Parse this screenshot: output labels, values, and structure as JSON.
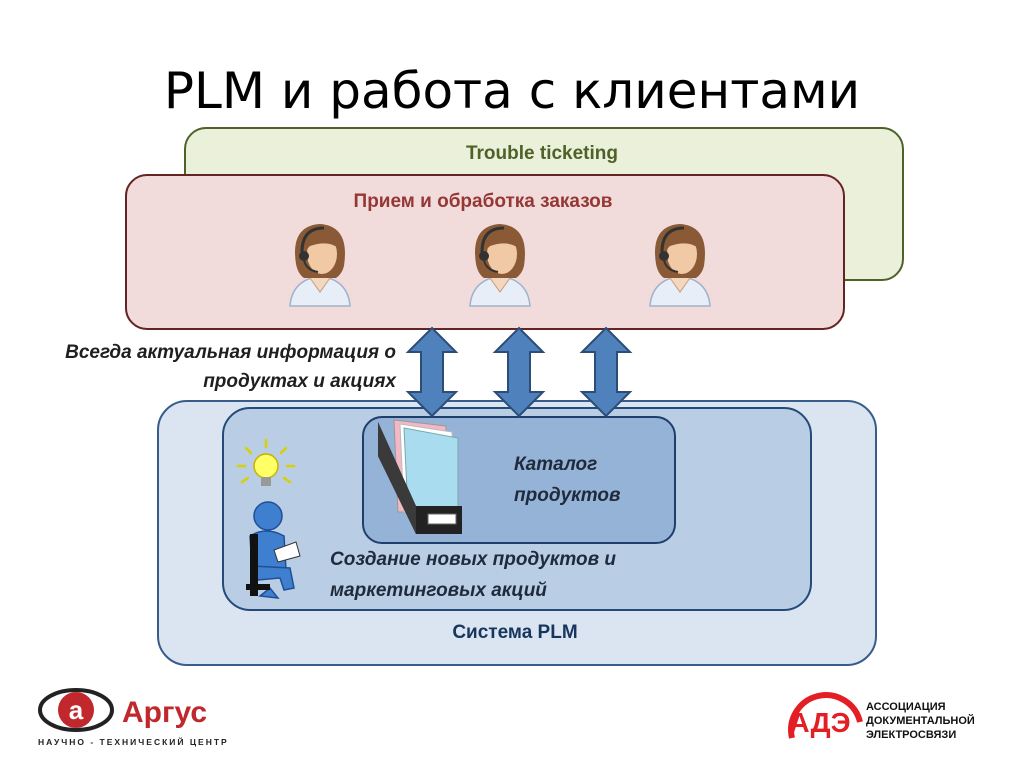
{
  "slide": {
    "title": "PLM и работа с клиентами"
  },
  "trouble_box": {
    "label": "Trouble ticketing"
  },
  "orders_box": {
    "label": "Прием и обработка заказов",
    "operators": [
      "operator-1",
      "operator-2",
      "operator-3"
    ]
  },
  "side_note": {
    "line1": "Всегда актуальная информация о",
    "line2": "продуктах и акциях"
  },
  "plm_system": {
    "label": "Система  PLM",
    "creation": {
      "line1": "Создание новых продуктов и",
      "line2": "маркетинговых акций"
    },
    "catalog": {
      "line1": "Каталог",
      "line2": "продуктов"
    }
  },
  "logos": {
    "argus_name": "Аргус",
    "argus_subtitle": "НАУЧНО - ТЕХНИЧЕСКИЙ ЦЕНТР",
    "argus_letter": "a",
    "assoc_letters": "АДЭ",
    "assoc_line1": "АССОЦИАЦИЯ",
    "assoc_line2": "ДОКУМЕНТАЛЬНОЙ",
    "assoc_line3": "ЭЛЕКТРОСВЯЗИ"
  },
  "colors": {
    "green_fill": "#ebf0db",
    "green_border": "#4e6228",
    "pink_fill": "#f2dcdb",
    "pink_border": "#632523",
    "blue_arrow": "#4f81bd",
    "argus_red": "#c0282d",
    "assoc_red": "#e31e24"
  }
}
